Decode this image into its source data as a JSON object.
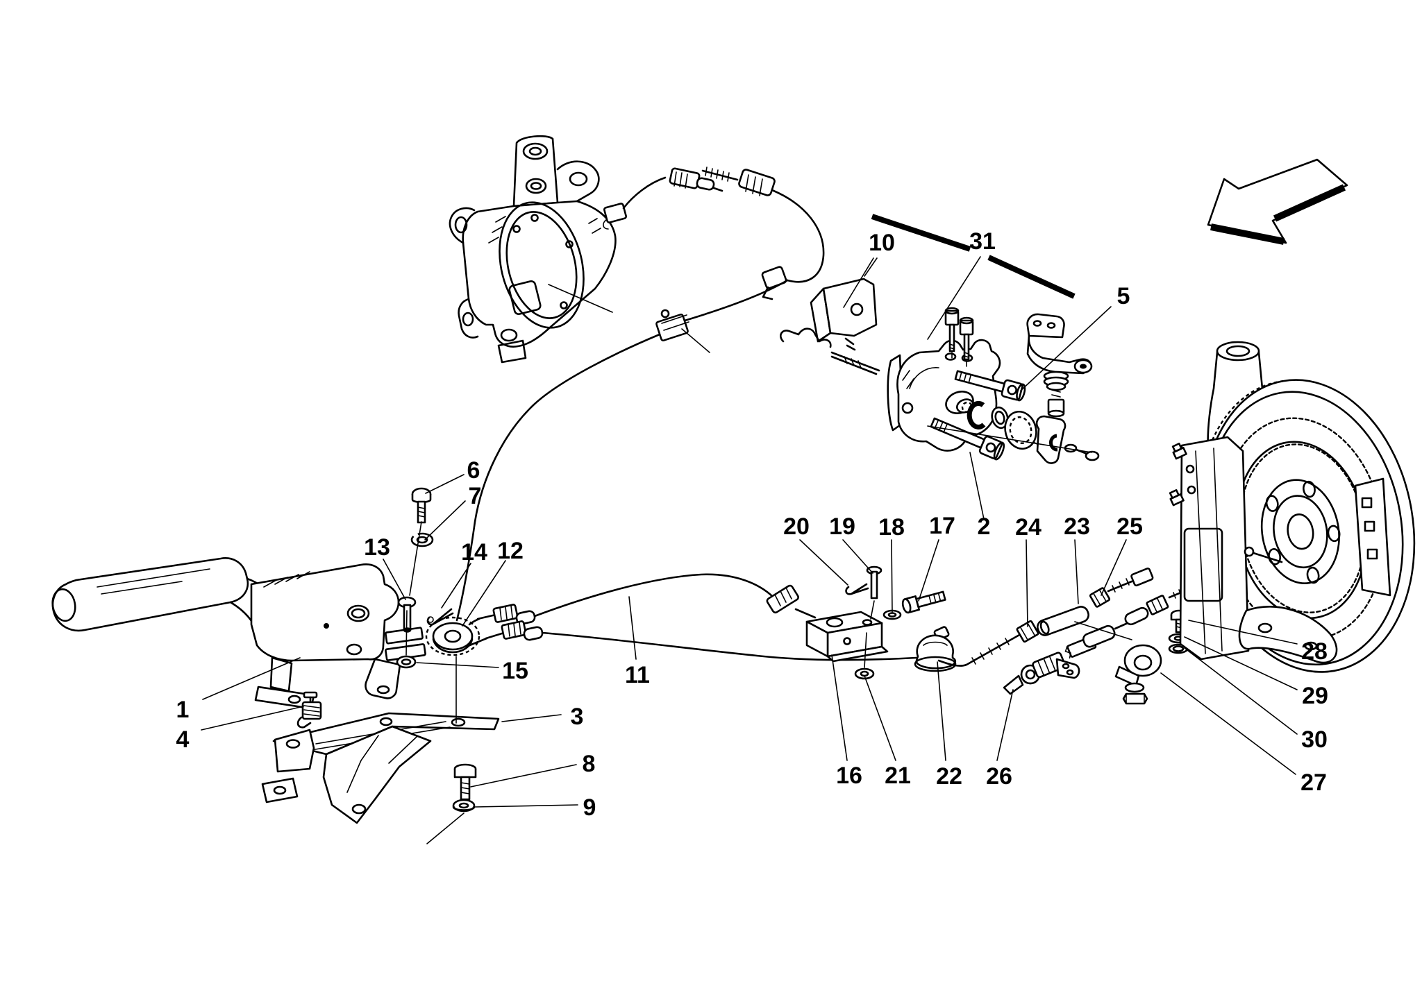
{
  "diagram": {
    "kind": "exploded-parts-diagram",
    "subject": "handbrake control lever, cables and rear brake caliper",
    "background_color": "#ffffff",
    "line_color": "#000000",
    "icons": {
      "direction_arrow": "outline block arrow pointing lower-left"
    },
    "callouts": {
      "c1": "1",
      "c2": "2",
      "c3": "3",
      "c4": "4",
      "c5": "5",
      "c6": "6",
      "c7": "7",
      "c8": "8",
      "c9": "9",
      "c10": "10",
      "c11": "11",
      "c12": "12",
      "c13": "13",
      "c14": "14",
      "c15": "15",
      "c16": "16",
      "c17": "17",
      "c18": "18",
      "c19": "19",
      "c20": "20",
      "c21": "21",
      "c22": "22",
      "c23": "23",
      "c24": "24",
      "c25": "25",
      "c26": "26",
      "c27": "27",
      "c28": "28",
      "c29": "29",
      "c30": "30",
      "c31": "31"
    }
  }
}
